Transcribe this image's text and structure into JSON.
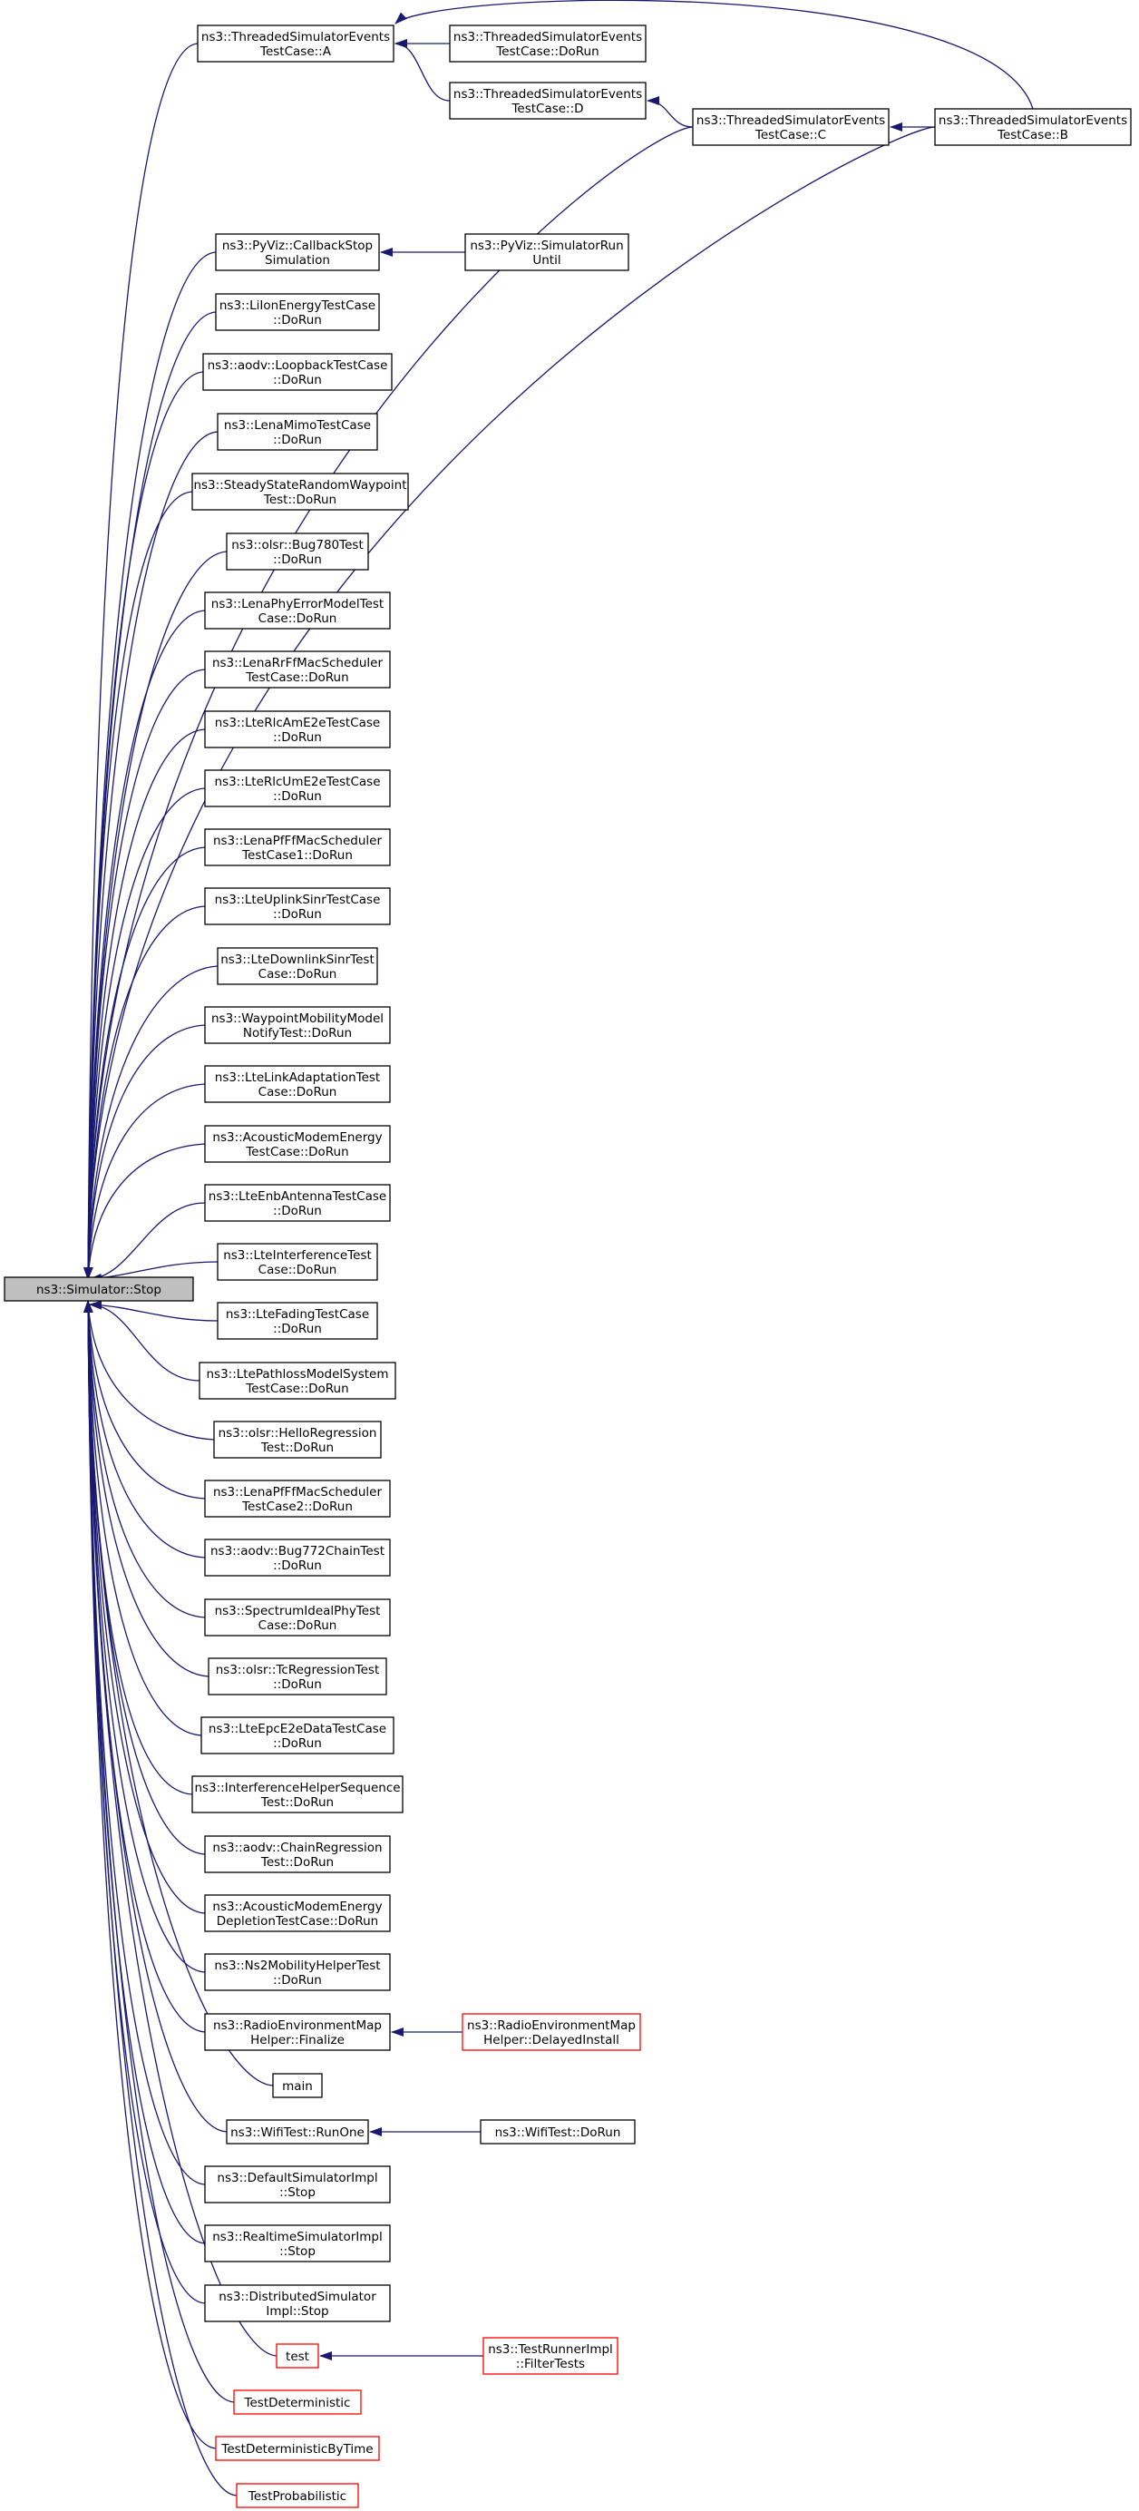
{
  "colors": {
    "edge": "#191970",
    "root_fill": "#bfbfbf",
    "truncated_border": "#ff0000",
    "border": "#000000"
  },
  "nodes": [
    {
      "id": "root",
      "lines": [
        "ns3::Simulator::Stop"
      ],
      "root": true
    },
    {
      "id": "tse_a",
      "lines": [
        "ns3::ThreadedSimulatorEvents",
        "TestCase::A"
      ]
    },
    {
      "id": "tse_dorun",
      "lines": [
        "ns3::ThreadedSimulatorEvents",
        "TestCase::DoRun"
      ]
    },
    {
      "id": "tse_d",
      "lines": [
        "ns3::ThreadedSimulatorEvents",
        "TestCase::D"
      ]
    },
    {
      "id": "tse_c",
      "lines": [
        "ns3::ThreadedSimulatorEvents",
        "TestCase::C"
      ]
    },
    {
      "id": "tse_b",
      "lines": [
        "ns3::ThreadedSimulatorEvents",
        "TestCase::B"
      ]
    },
    {
      "id": "pyviz_cb",
      "lines": [
        "ns3::PyViz::CallbackStop",
        "Simulation"
      ]
    },
    {
      "id": "pyviz_run",
      "lines": [
        "ns3::PyViz::SimulatorRun",
        "Until"
      ]
    },
    {
      "id": "liion",
      "lines": [
        "ns3::LiIonEnergyTestCase",
        "::DoRun"
      ]
    },
    {
      "id": "aodv_loop",
      "lines": [
        "ns3::aodv::LoopbackTestCase",
        "::DoRun"
      ]
    },
    {
      "id": "lenamimo",
      "lines": [
        "ns3::LenaMimoTestCase",
        "::DoRun"
      ]
    },
    {
      "id": "steady",
      "lines": [
        "ns3::SteadyStateRandomWaypoint",
        "Test::DoRun"
      ]
    },
    {
      "id": "bug780",
      "lines": [
        "ns3::olsr::Bug780Test",
        "::DoRun"
      ]
    },
    {
      "id": "lenaphy",
      "lines": [
        "ns3::LenaPhyErrorModelTest",
        "Case::DoRun"
      ]
    },
    {
      "id": "lenarr",
      "lines": [
        "ns3::LenaRrFfMacScheduler",
        "TestCase::DoRun"
      ]
    },
    {
      "id": "rlcam",
      "lines": [
        "ns3::LteRlcAmE2eTestCase",
        "::DoRun"
      ]
    },
    {
      "id": "rlcum",
      "lines": [
        "ns3::LteRlcUmE2eTestCase",
        "::DoRun"
      ]
    },
    {
      "id": "lenapf1",
      "lines": [
        "ns3::LenaPfFfMacScheduler",
        "TestCase1::DoRun"
      ]
    },
    {
      "id": "ulsinr",
      "lines": [
        "ns3::LteUplinkSinrTestCase",
        "::DoRun"
      ]
    },
    {
      "id": "dlsinr",
      "lines": [
        "ns3::LteDownlinkSinrTest",
        "Case::DoRun"
      ]
    },
    {
      "id": "waypoint",
      "lines": [
        "ns3::WaypointMobilityModel",
        "NotifyTest::DoRun"
      ]
    },
    {
      "id": "linkadapt",
      "lines": [
        "ns3::LteLinkAdaptationTest",
        "Case::DoRun"
      ]
    },
    {
      "id": "acoustic",
      "lines": [
        "ns3::AcousticModemEnergy",
        "TestCase::DoRun"
      ]
    },
    {
      "id": "enbant",
      "lines": [
        "ns3::LteEnbAntennaTestCase",
        "::DoRun"
      ]
    },
    {
      "id": "interf",
      "lines": [
        "ns3::LteInterferenceTest",
        "Case::DoRun"
      ]
    },
    {
      "id": "fading",
      "lines": [
        "ns3::LteFadingTestCase",
        "::DoRun"
      ]
    },
    {
      "id": "pathloss",
      "lines": [
        "ns3::LtePathlossModelSystem",
        "TestCase::DoRun"
      ]
    },
    {
      "id": "hello",
      "lines": [
        "ns3::olsr::HelloRegression",
        "Test::DoRun"
      ]
    },
    {
      "id": "lenapf2",
      "lines": [
        "ns3::LenaPfFfMacScheduler",
        "TestCase2::DoRun"
      ]
    },
    {
      "id": "bug772",
      "lines": [
        "ns3::aodv::Bug772ChainTest",
        "::DoRun"
      ]
    },
    {
      "id": "spectrum",
      "lines": [
        "ns3::SpectrumIdealPhyTest",
        "Case::DoRun"
      ]
    },
    {
      "id": "tcreg",
      "lines": [
        "ns3::olsr::TcRegressionTest",
        "::DoRun"
      ]
    },
    {
      "id": "epce2e",
      "lines": [
        "ns3::LteEpcE2eDataTestCase",
        "::DoRun"
      ]
    },
    {
      "id": "interfhelper",
      "lines": [
        "ns3::InterferenceHelperSequence",
        "Test::DoRun"
      ]
    },
    {
      "id": "chainreg",
      "lines": [
        "ns3::aodv::ChainRegression",
        "Test::DoRun"
      ]
    },
    {
      "id": "depletion",
      "lines": [
        "ns3::AcousticModemEnergy",
        "DepletionTestCase::DoRun"
      ]
    },
    {
      "id": "ns2",
      "lines": [
        "ns3::Ns2MobilityHelperTest",
        "::DoRun"
      ]
    },
    {
      "id": "remfin",
      "lines": [
        "ns3::RadioEnvironmentMap",
        "Helper::Finalize"
      ]
    },
    {
      "id": "remdelay",
      "lines": [
        "ns3::RadioEnvironmentMap",
        "Helper::DelayedInstall"
      ],
      "truncated": true
    },
    {
      "id": "main",
      "lines": [
        "main"
      ]
    },
    {
      "id": "wifirunone",
      "lines": [
        "ns3::WifiTest::RunOne"
      ]
    },
    {
      "id": "wifidorun",
      "lines": [
        "ns3::WifiTest::DoRun"
      ]
    },
    {
      "id": "defsim",
      "lines": [
        "ns3::DefaultSimulatorImpl",
        "::Stop"
      ]
    },
    {
      "id": "rtsim",
      "lines": [
        "ns3::RealtimeSimulatorImpl",
        "::Stop"
      ]
    },
    {
      "id": "distsim",
      "lines": [
        "ns3::DistributedSimulator",
        "Impl::Stop"
      ]
    },
    {
      "id": "test",
      "lines": [
        "test"
      ],
      "truncated": true
    },
    {
      "id": "filtertests",
      "lines": [
        "ns3::TestRunnerImpl",
        "::FilterTests"
      ],
      "truncated": true
    },
    {
      "id": "testdet",
      "lines": [
        "TestDeterministic"
      ],
      "truncated": true
    },
    {
      "id": "testdettime",
      "lines": [
        "TestDeterministicByTime"
      ],
      "truncated": true
    },
    {
      "id": "testprob",
      "lines": [
        "TestProbabilistic"
      ],
      "truncated": true
    }
  ],
  "edges": [
    [
      "tse_dorun",
      "tse_a"
    ],
    [
      "tse_d",
      "tse_a"
    ],
    [
      "tse_b",
      "tse_a"
    ],
    [
      "tse_c",
      "tse_d"
    ],
    [
      "tse_b",
      "tse_c"
    ],
    [
      "pyviz_run",
      "pyviz_cb"
    ],
    [
      "remdelay",
      "remfin"
    ],
    [
      "wifidorun",
      "wifirunone"
    ],
    [
      "filtertests",
      "test"
    ],
    [
      "tse_a",
      "root"
    ],
    [
      "tse_c",
      "root"
    ],
    [
      "tse_b",
      "root"
    ],
    [
      "pyviz_cb",
      "root"
    ],
    [
      "liion",
      "root"
    ],
    [
      "aodv_loop",
      "root"
    ],
    [
      "lenamimo",
      "root"
    ],
    [
      "steady",
      "root"
    ],
    [
      "bug780",
      "root"
    ],
    [
      "lenaphy",
      "root"
    ],
    [
      "lenarr",
      "root"
    ],
    [
      "rlcam",
      "root"
    ],
    [
      "rlcum",
      "root"
    ],
    [
      "lenapf1",
      "root"
    ],
    [
      "ulsinr",
      "root"
    ],
    [
      "dlsinr",
      "root"
    ],
    [
      "waypoint",
      "root"
    ],
    [
      "linkadapt",
      "root"
    ],
    [
      "acoustic",
      "root"
    ],
    [
      "enbant",
      "root"
    ],
    [
      "interf",
      "root"
    ],
    [
      "fading",
      "root"
    ],
    [
      "pathloss",
      "root"
    ],
    [
      "hello",
      "root"
    ],
    [
      "lenapf2",
      "root"
    ],
    [
      "bug772",
      "root"
    ],
    [
      "spectrum",
      "root"
    ],
    [
      "tcreg",
      "root"
    ],
    [
      "epce2e",
      "root"
    ],
    [
      "interfhelper",
      "root"
    ],
    [
      "chainreg",
      "root"
    ],
    [
      "depletion",
      "root"
    ],
    [
      "ns2",
      "root"
    ],
    [
      "remfin",
      "root"
    ],
    [
      "main",
      "root"
    ],
    [
      "wifirunone",
      "root"
    ],
    [
      "defsim",
      "root"
    ],
    [
      "rtsim",
      "root"
    ],
    [
      "distsim",
      "root"
    ],
    [
      "test",
      "root"
    ],
    [
      "testdet",
      "root"
    ],
    [
      "testdettime",
      "root"
    ],
    [
      "testprob",
      "root"
    ]
  ]
}
